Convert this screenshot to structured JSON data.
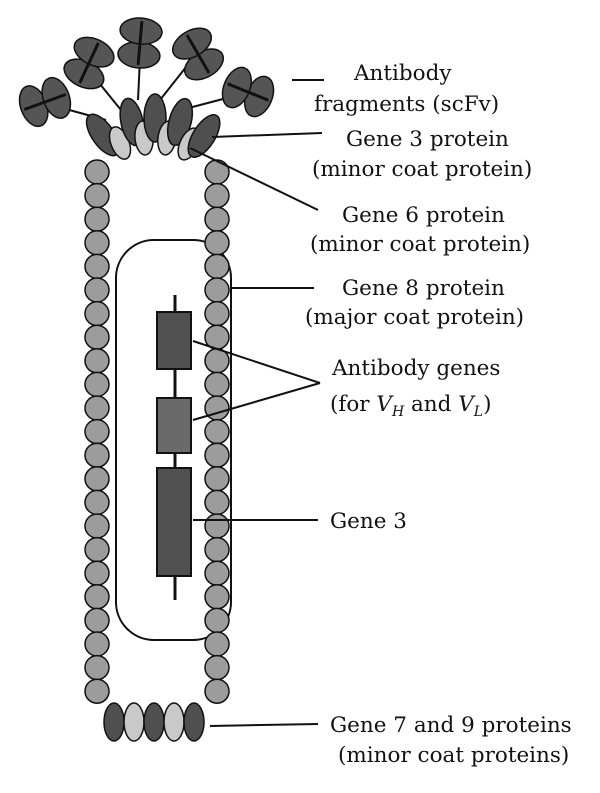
{
  "colors": {
    "coat_protein": "#9c9c9c",
    "scfv": "#555555",
    "gene3_protein": "#4f4f4f",
    "gene6_protein": "#c9c9c9",
    "gene_block": "#505050",
    "gene_block_light": "#6a6a6a",
    "outline": "#111111"
  },
  "labels": {
    "antibody_fragments_line1": "Antibody",
    "antibody_fragments_line2": "fragments (scFv)",
    "gene3_protein_line1": "Gene 3 protein",
    "gene3_protein_line2": "(minor coat protein)",
    "gene6_protein_line1": "Gene 6 protein",
    "gene6_protein_line2": "(minor coat protein)",
    "gene8_protein_line1": "Gene 8 protein",
    "gene8_protein_line2": "(major coat protein)",
    "antibody_genes_line1": "Antibody genes",
    "antibody_genes_prefix": "(for ",
    "antibody_genes_vh": "V",
    "antibody_genes_vh_sub": "H",
    "antibody_genes_and": " and ",
    "antibody_genes_vl": "V",
    "antibody_genes_vl_sub": "L",
    "antibody_genes_suffix": ")",
    "gene3": "Gene 3",
    "gene79_line1": "Gene 7 and 9 proteins",
    "gene79_line2": "(minor coat proteins)"
  }
}
